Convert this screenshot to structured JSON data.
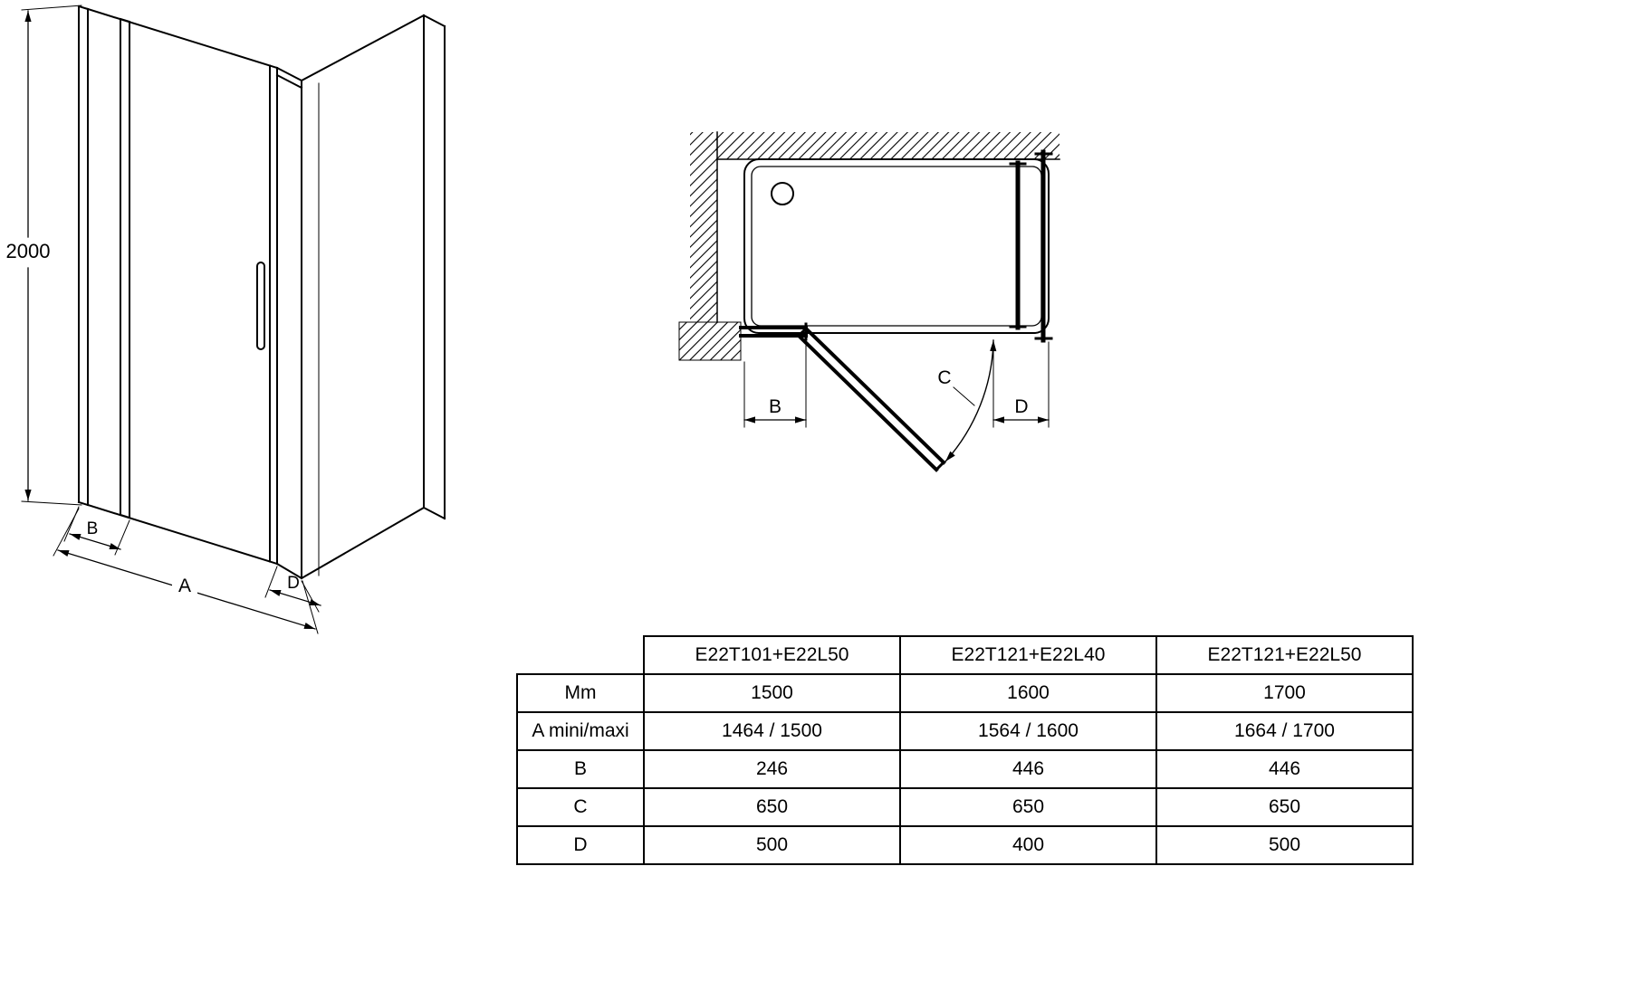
{
  "iso_view": {
    "height_label": "2000",
    "dim_a_label": "A",
    "dim_b_label": "B",
    "dim_d_label": "D"
  },
  "plan_view": {
    "dim_b_label": "B",
    "dim_c_label": "C",
    "dim_d_label": "D"
  },
  "table": {
    "columns": [
      "E22T101+E22L50",
      "E22T121+E22L40",
      "E22T121+E22L50"
    ],
    "rows": [
      {
        "label": "Mm",
        "values": [
          "1500",
          "1600",
          "1700"
        ]
      },
      {
        "label": "A mini/maxi",
        "values": [
          "1464 / 1500",
          "1564 / 1600",
          "1664 / 1700"
        ]
      },
      {
        "label": "B",
        "values": [
          "246",
          "446",
          "446"
        ]
      },
      {
        "label": "C",
        "values": [
          "650",
          "650",
          "650"
        ]
      },
      {
        "label": "D",
        "values": [
          "500",
          "400",
          "500"
        ]
      }
    ]
  }
}
